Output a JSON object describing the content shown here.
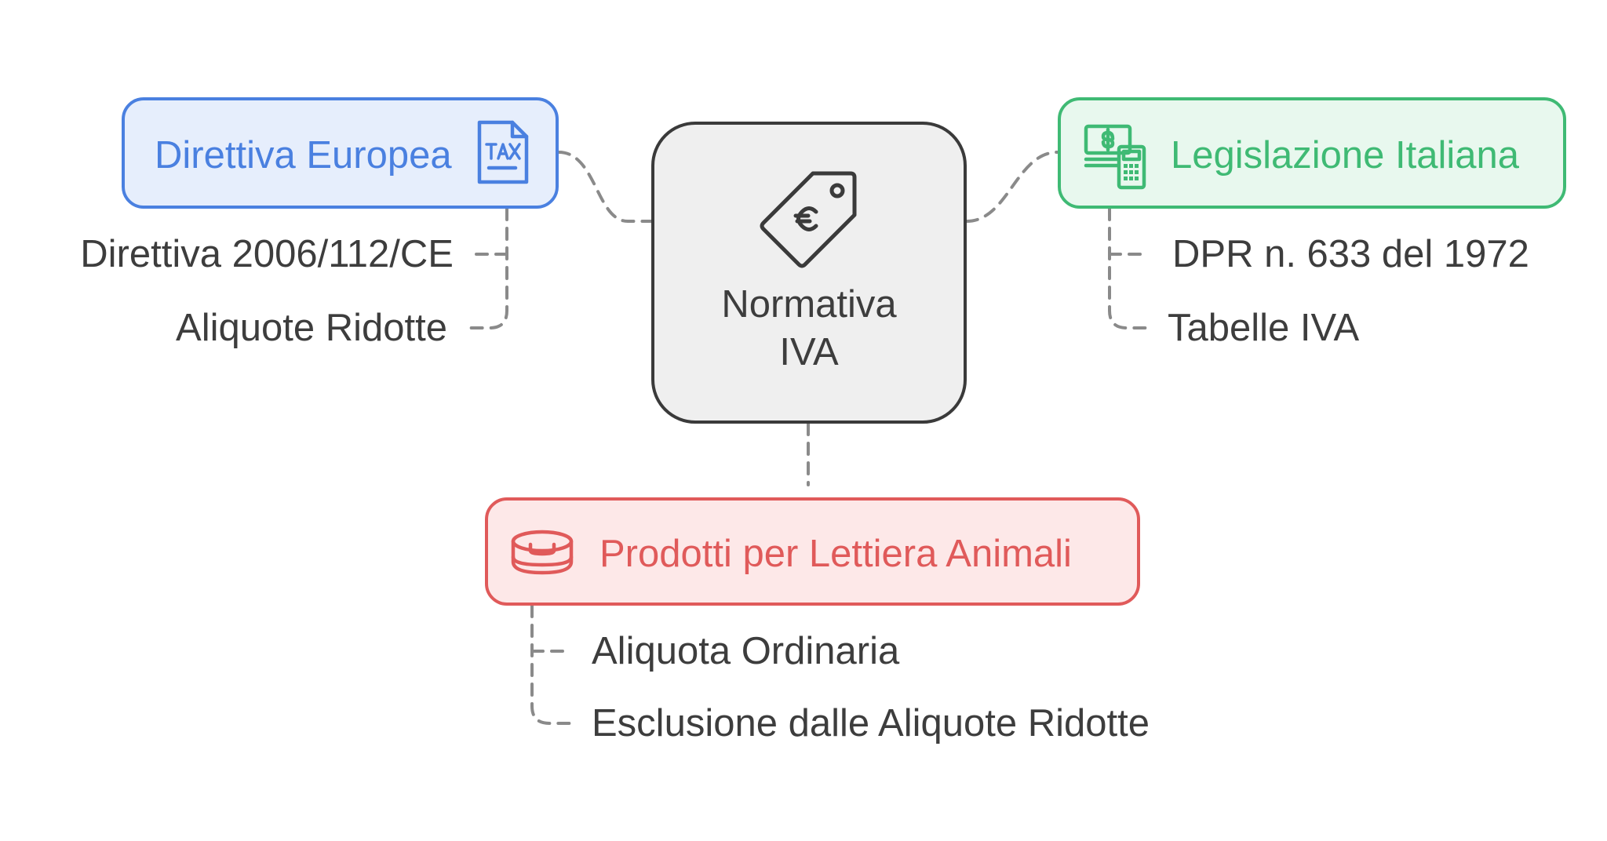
{
  "diagram": {
    "center": {
      "title_line1": "Normativa",
      "title_line2": "IVA",
      "icon": "euro-price-tag-icon"
    },
    "branches": {
      "eu": {
        "title": "Direttiva Europea",
        "icon": "tax-document-icon",
        "color": "#4a80e0",
        "fill": "#e6eefc",
        "items": [
          "Direttiva 2006/112/CE",
          "Aliquote Ridotte"
        ]
      },
      "it": {
        "title": "Legislazione Italiana",
        "icon": "money-calculator-icon",
        "color": "#3fba74",
        "fill": "#e8f8ee",
        "items": [
          "DPR n. 633 del 1972",
          "Tabelle IVA"
        ]
      },
      "litter": {
        "title": "Prodotti per Lettiera Animali",
        "icon": "litter-tray-icon",
        "color": "#e05a5a",
        "fill": "#fde8e8",
        "items": [
          "Aliquota Ordinaria",
          "Esclusione dalle Aliquote Ridotte"
        ]
      }
    }
  }
}
